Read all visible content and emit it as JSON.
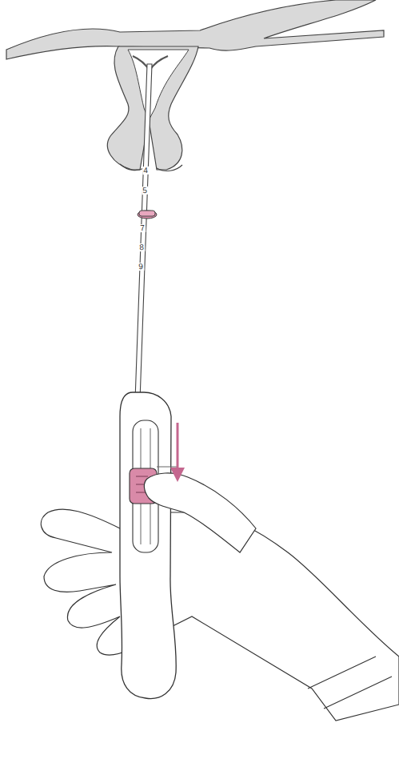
{
  "diagram": {
    "labels": [
      "4",
      "5",
      "7",
      "8",
      "9"
    ]
  }
}
